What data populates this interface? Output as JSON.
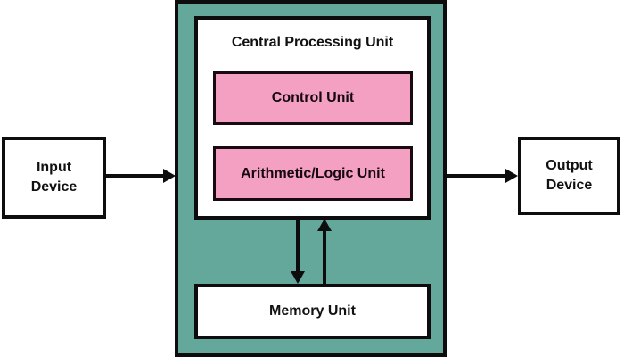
{
  "colors": {
    "teal": "#64a89c",
    "pink": "#f3a0c2",
    "line": "#0d0d0d"
  },
  "diagram": {
    "cpu": {
      "title": "Central Processing Unit",
      "control_unit_label": "Control Unit",
      "alu_label": "Arithmetic/Logic Unit"
    },
    "memory_label": "Memory Unit",
    "input_label": "Input\nDevice",
    "output_label": "Output\nDevice"
  }
}
